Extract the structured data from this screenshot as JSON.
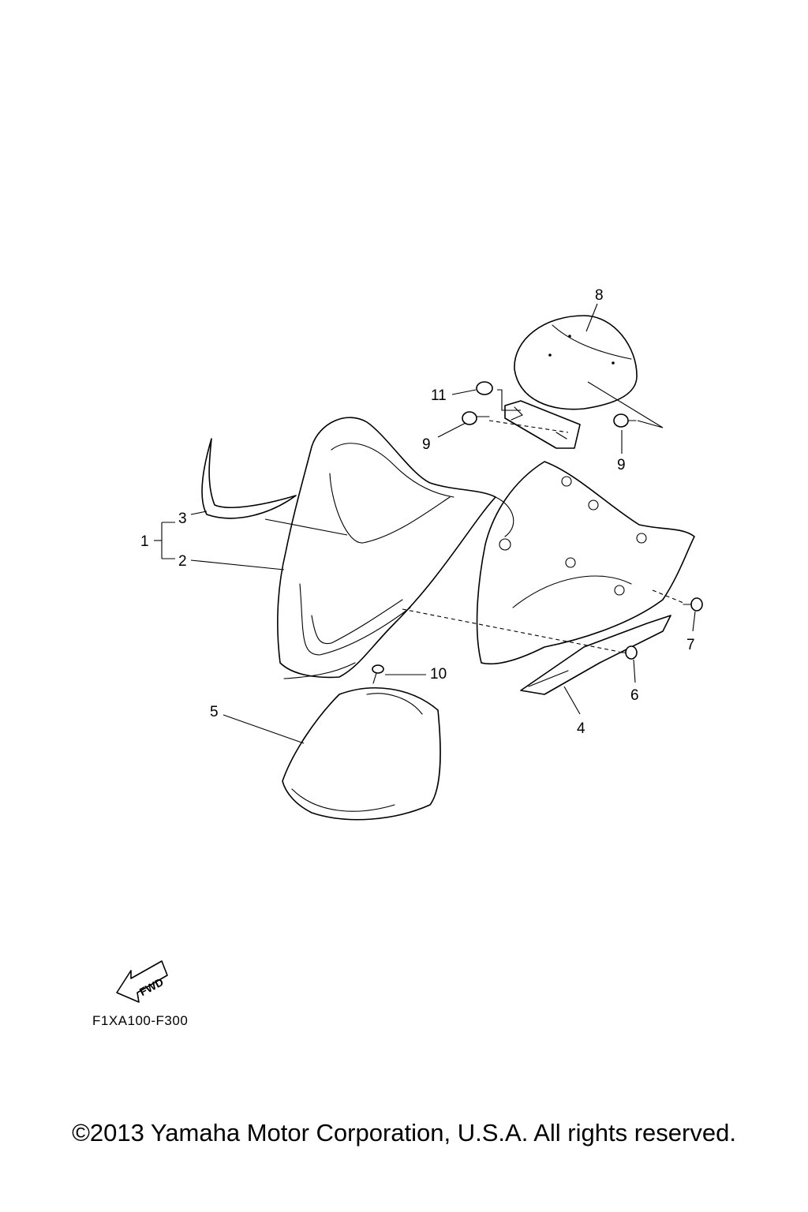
{
  "diagram": {
    "callouts": {
      "c1": "1",
      "c2": "2",
      "c3": "3",
      "c4": "4",
      "c5": "5",
      "c6": "6",
      "c7": "7",
      "c8": "8",
      "c9a": "9",
      "c9b": "9",
      "c10": "10",
      "c11": "11"
    },
    "fwd_label": "FWD",
    "drawing_code": "F1XA100-F300"
  },
  "footer": {
    "copyright": "©2013 Yamaha Motor Corporation, U.S.A. All rights reserved."
  }
}
